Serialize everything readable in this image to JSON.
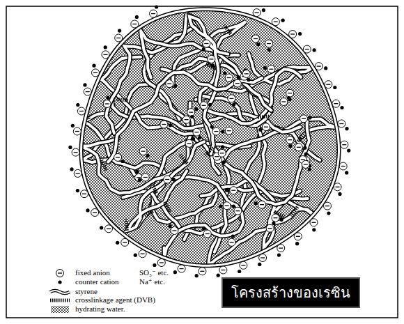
{
  "diagram": {
    "title": "โครงสร้างของเรซิน",
    "labels": [
      "SO₃⁻ etc.",
      "Na⁺ etc."
    ],
    "legend": [
      {
        "text": "fixed anion"
      },
      {
        "text": "counter cation"
      },
      {
        "text": "styrene"
      },
      {
        "text": "crosslinkage agent (DVB)"
      },
      {
        "text": "hydrating water."
      }
    ]
  }
}
